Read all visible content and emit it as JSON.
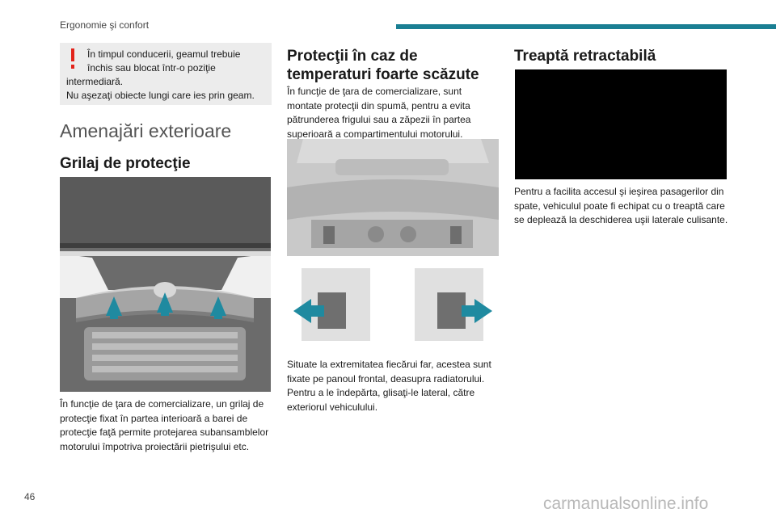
{
  "header": {
    "section": "Ergonomie şi confort"
  },
  "warning": {
    "line1": "În timpul conducerii, geamul trebuie închis sau blocat într-o poziţie",
    "line2": "intermediară.",
    "line3": "Nu aşezaţi obiecte lungi care ies prin geam."
  },
  "section_title": "Amenajări exterioare",
  "col1": {
    "heading": "Grilaj de protecţie",
    "text": "În funcţie de ţara de comercializare, un grilaj de protecţie fixat în partea interioară a barei de protecţie faţă permite protejarea subansamblelor motorului împotriva proiectării pietrişului etc."
  },
  "col2": {
    "heading": "Protecţii în caz de temperaturi foarte scăzute",
    "text1": "În funcţie de ţara de comercializare, sunt montate protecţii din spumă, pentru a evita pătrunderea frigului sau a zăpezii în partea superioară a compartimentului motorului.",
    "text2": "Situate la extremitatea fiecărui far, acestea sunt fixate pe panoul frontal, deasupra radiatorului. Pentru a le îndepărta, glisaţi-le lateral, către exteriorul vehiculului."
  },
  "col3": {
    "heading": "Treaptă retractabilă",
    "text": "Pentru a facilita accesul şi ieşirea pasagerilor din spate, vehiculul poate fi echipat cu o treaptă care se deplează la deschiderea uşii laterale culisante."
  },
  "footer": {
    "page_number": "46",
    "watermark": "carmanualsonline.info"
  },
  "colors": {
    "accent": "#1a7f93",
    "warning": "#e2231a",
    "arrow": "#1f8aa0"
  }
}
